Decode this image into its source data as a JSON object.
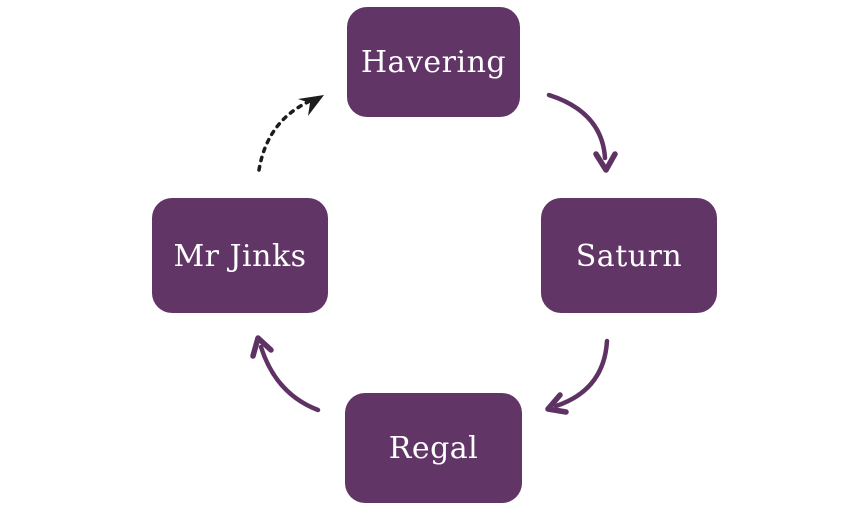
{
  "diagram": {
    "type": "cycle",
    "background": "#ffffff",
    "colors": {
      "node_fill": "#613566",
      "node_text": "#ffffff",
      "arrow_solid": "#5e3364",
      "arrow_dashed": "#1c1c1c"
    },
    "nodes": [
      {
        "id": "havering",
        "label": "Havering",
        "position": "top"
      },
      {
        "id": "saturn",
        "label": "Saturn",
        "position": "right"
      },
      {
        "id": "regal",
        "label": "Regal",
        "position": "bottom"
      },
      {
        "id": "mr-jinks",
        "label": "Mr Jinks",
        "position": "left"
      }
    ],
    "edges": [
      {
        "from": "Havering",
        "to": "Saturn",
        "style": "solid",
        "color": "#5e3364"
      },
      {
        "from": "Saturn",
        "to": "Regal",
        "style": "solid",
        "color": "#5e3364"
      },
      {
        "from": "Regal",
        "to": "Mr Jinks",
        "style": "solid",
        "color": "#5e3364"
      },
      {
        "from": "Mr Jinks",
        "to": "Havering",
        "style": "dashed",
        "color": "#1c1c1c"
      }
    ]
  }
}
